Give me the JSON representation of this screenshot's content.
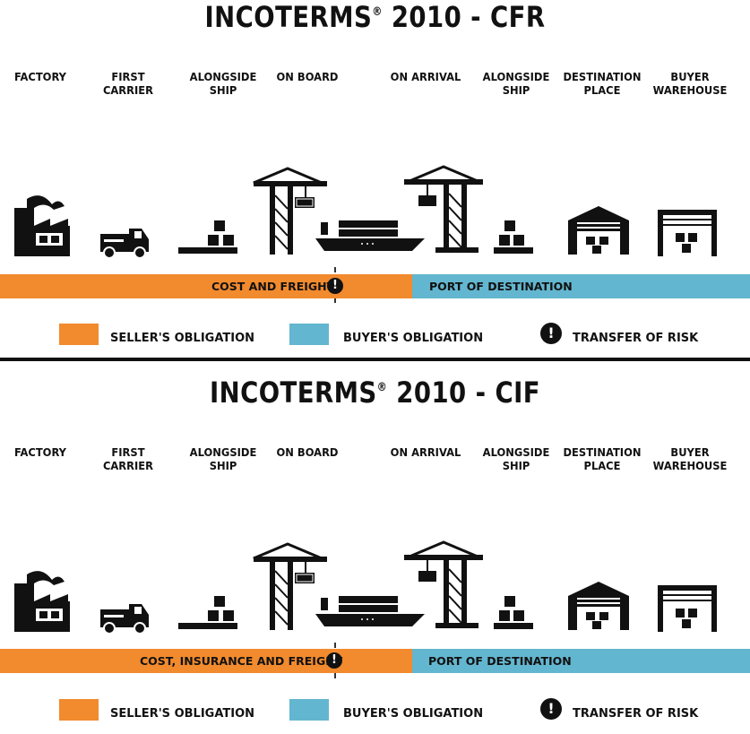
{
  "panels": [
    {
      "title": "INCOTERMS",
      "title_reg": "®",
      "title_suffix": "2010 - CFR",
      "stages": [
        {
          "line1": "FACTORY",
          "line2": ""
        },
        {
          "line1": "FIRST",
          "line2": "CARRIER"
        },
        {
          "line1": "ALONGSIDE",
          "line2": "SHIP"
        },
        {
          "line1": "ON BOARD",
          "line2": ""
        },
        {
          "line1": "ON ARRIVAL",
          "line2": ""
        },
        {
          "line1": "ALONGSIDE",
          "line2": "SHIP"
        },
        {
          "line1": "DESTINATION",
          "line2": "PLACE"
        },
        {
          "line1": "BUYER",
          "line2": "WAREHOUSE"
        }
      ],
      "seller_bar": "COST AND FREIGHT",
      "buyer_bar": "PORT OF DESTINATION",
      "risk_symbol": "!"
    },
    {
      "title": "INCOTERMS",
      "title_reg": "®",
      "title_suffix": "2010 - CIF",
      "stages": [
        {
          "line1": "FACTORY",
          "line2": ""
        },
        {
          "line1": "FIRST",
          "line2": "CARRIER"
        },
        {
          "line1": "ALONGSIDE",
          "line2": "SHIP"
        },
        {
          "line1": "ON BOARD",
          "line2": ""
        },
        {
          "line1": "ON ARRIVAL",
          "line2": ""
        },
        {
          "line1": "ALONGSIDE",
          "line2": "SHIP"
        },
        {
          "line1": "DESTINATION",
          "line2": "PLACE"
        },
        {
          "line1": "BUYER",
          "line2": "WAREHOUSE"
        }
      ],
      "seller_bar": "COST, INSURANCE AND FREIGHT",
      "buyer_bar": "PORT OF DESTINATION",
      "risk_symbol": "!"
    }
  ],
  "legend": {
    "seller": "SELLER'S OBLIGATION",
    "buyer": "BUYER'S OBLIGATION",
    "risk": "TRANSFER OF RISK",
    "risk_symbol": "!"
  },
  "colors": {
    "seller": "#f28a2e",
    "buyer": "#63b6cf",
    "ink": "#111111"
  },
  "icons": [
    "factory-icon",
    "truck-icon",
    "pallet-icon",
    "crane-icon",
    "ship-icon",
    "crane-icon",
    "pallet-icon",
    "warehouse-icon",
    "warehouse-icon"
  ]
}
